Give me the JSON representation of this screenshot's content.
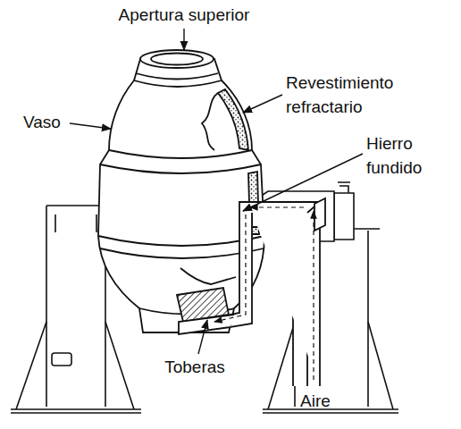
{
  "diagram": {
    "labels": [
      "Apertura superior",
      "Revestimiento refractario",
      "Vaso",
      "Hierro fundido",
      "Toberas",
      "Aire"
    ]
  }
}
